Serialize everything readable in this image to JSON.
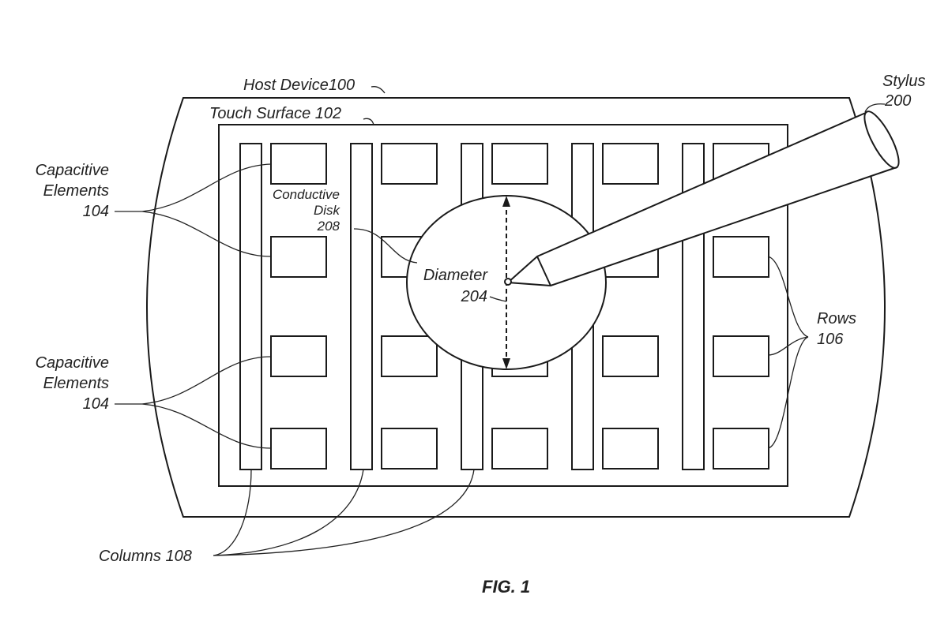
{
  "figure": {
    "title": "FIG. 1",
    "labels": {
      "host_device": "Host Device100",
      "touch_surface": "Touch Surface 102",
      "stylus_name": "Stylus",
      "stylus_num": "200",
      "cap_top_line1": "Capacitive",
      "cap_top_line2": "Elements",
      "cap_top_num": "104",
      "cap_bot_line1": "Capacitive",
      "cap_bot_line2": "Elements",
      "cap_bot_num": "104",
      "disk_line1": "Conductive",
      "disk_line2": "Disk",
      "disk_num": "208",
      "diameter": "Diameter",
      "diameter_num": "204",
      "rows": "Rows",
      "rows_num": "106",
      "columns": "Columns 108"
    },
    "grid": {
      "columns": 5,
      "rows": 4
    }
  }
}
